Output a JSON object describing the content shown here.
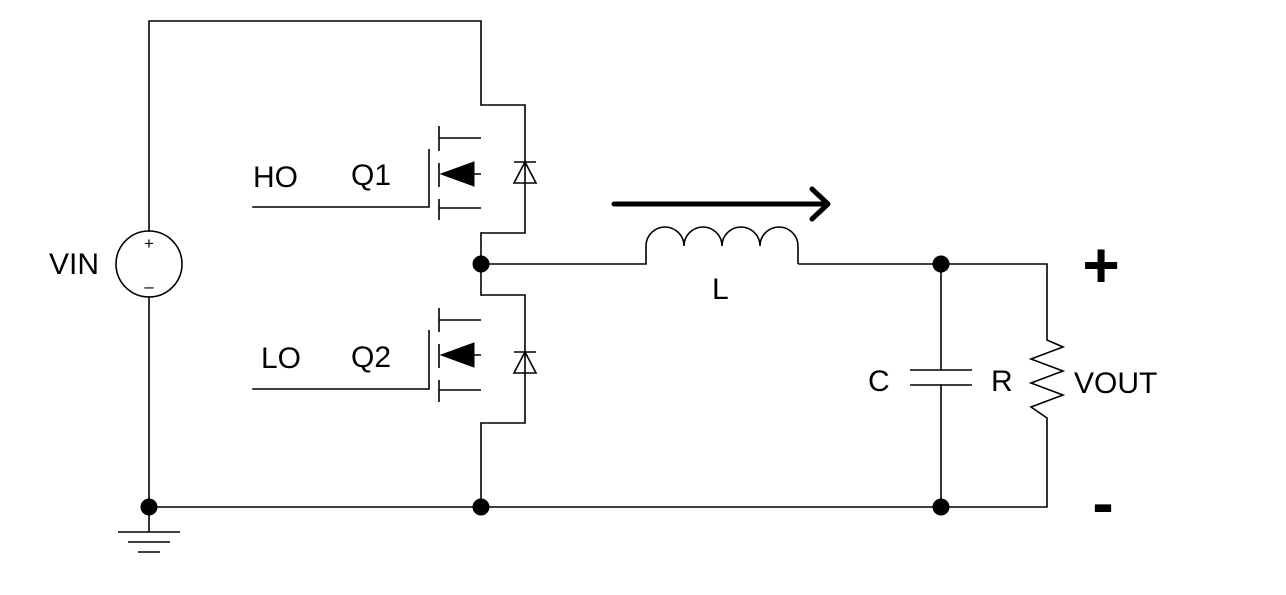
{
  "labels": {
    "vin": "VIN",
    "ho": "HO",
    "q1": "Q1",
    "lo": "LO",
    "q2": "Q2",
    "l": "L",
    "c": "C",
    "r": "R",
    "vout": "VOUT",
    "vout_plus": "+",
    "vout_minus": "-",
    "src_plus": "+",
    "src_minus": "–"
  },
  "colors": {
    "ink": "#000000",
    "background": "#ffffff"
  }
}
